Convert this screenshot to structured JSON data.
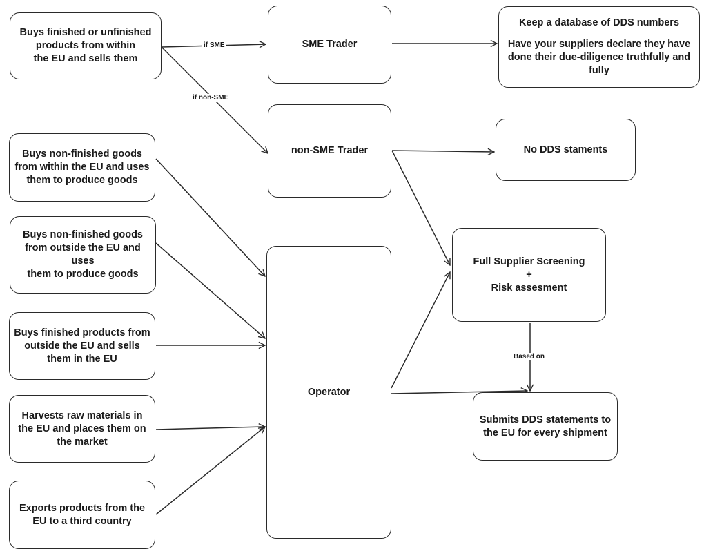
{
  "nodes": {
    "buys_eu_sells": "Buys finished or unfinished\nproducts from within\nthe EU and sells them",
    "sme_trader": "SME Trader",
    "keep_db_line1": "Keep a database of DDS numbers",
    "keep_db_line2": "Have your suppliers declare they have\ndone their due-diligence truthfully and\nfully",
    "non_sme_trader": "non-SME Trader",
    "no_dds": "No DDS staments",
    "buys_nonfinished_within": "Buys non-finished goods\nfrom within the EU and uses\nthem to produce goods",
    "buys_nonfinished_outside": "Buys non-finished goods\nfrom outside the EU and uses\nthem to produce goods",
    "buys_finished_outside": "Buys finished products from\noutside the EU and sells\nthem in the EU",
    "harvests_raw": "Harvests raw materials in\nthe EU and places them on\nthe market",
    "exports_products": "Exports products from the\nEU to a third country",
    "operator": "Operator",
    "full_screening": "Full Supplier Screening\n+\nRisk assesment",
    "submits_dds": "Submits DDS statements to\nthe EU for every shipment"
  },
  "edge_labels": {
    "if_sme": "if SME",
    "if_non_sme": "if non-SME",
    "based_on": "Based on"
  }
}
